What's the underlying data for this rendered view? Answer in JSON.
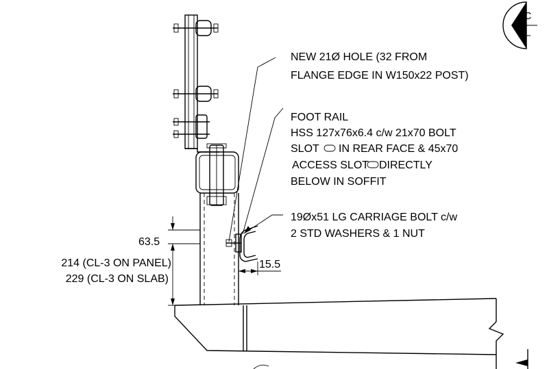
{
  "section_marker": {
    "letter": "C",
    "sub": "–"
  },
  "callouts": {
    "hole": {
      "line1": "NEW 21Ø HOLE (32 FROM",
      "line2": "FLANGE EDGE IN W150x22 POST)"
    },
    "foot_rail": {
      "line1": "FOOT RAIL",
      "line2": "HSS 127x76x6.4 c/w 21x70 BOLT",
      "line3": "SLOT",
      "line3b": "IN REAR FACE & 45x70",
      "line4": "ACCESS SLOT",
      "line4b": "DIRECTLY",
      "line5": "BELOW IN SOFFIT"
    },
    "bolt": {
      "line1": "19Øx51 LG CARRIAGE BOLT c/w",
      "line2": "2 STD WASHERS & 1 NUT"
    }
  },
  "dimensions": {
    "upper": "63.5",
    "height_panel": "214 (CL-3 ON PANEL)",
    "height_slab": "229 (CL-3 ON SLAB)",
    "offset": "15.5"
  }
}
